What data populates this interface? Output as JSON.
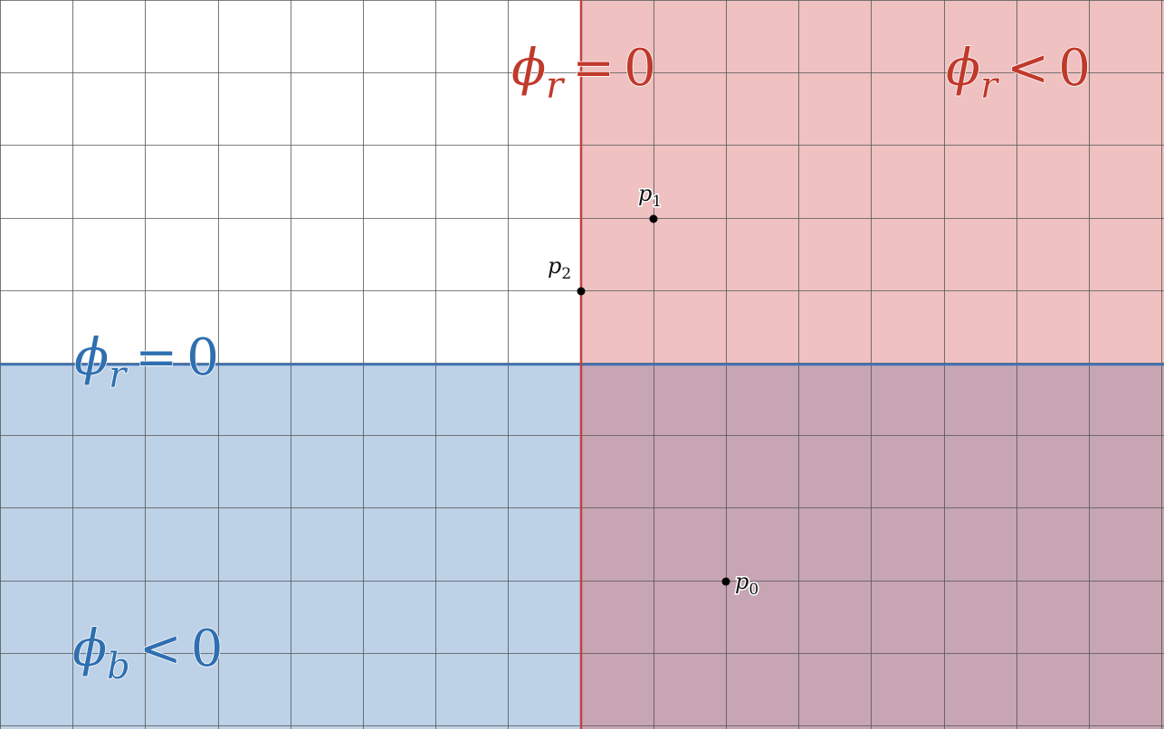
{
  "grid": {
    "cols": 16,
    "rows": 10,
    "line_color": "#555555"
  },
  "regions": {
    "red_halfplane": {
      "fill": "#d7636366",
      "color": "#c0392b"
    },
    "blue_halfplane": {
      "fill": "#5a8cc366",
      "color": "#3070b0"
    }
  },
  "boundaries": {
    "red": {
      "color": "#c44040"
    },
    "blue": {
      "color": "#3a72b5"
    }
  },
  "labels": {
    "red_boundary": {
      "sym": "ϕ",
      "sub": "r",
      "rel": "=",
      "num": "0",
      "color": "#c0392b"
    },
    "red_region": {
      "sym": "ϕ",
      "sub": "r",
      "rel": "<",
      "num": "0",
      "color": "#c0392b"
    },
    "blue_boundary": {
      "sym": "ϕ",
      "sub": "r",
      "rel": "=",
      "num": "0",
      "color": "#2f6fb0"
    },
    "blue_region": {
      "sym": "ϕ",
      "sub": "b",
      "rel": "<",
      "num": "0",
      "color": "#2f6fb0"
    }
  },
  "points": [
    {
      "id": "p1",
      "base": "p",
      "sub": "1"
    },
    {
      "id": "p2",
      "base": "p",
      "sub": "2"
    },
    {
      "id": "p0",
      "base": "p",
      "sub": "0"
    }
  ]
}
